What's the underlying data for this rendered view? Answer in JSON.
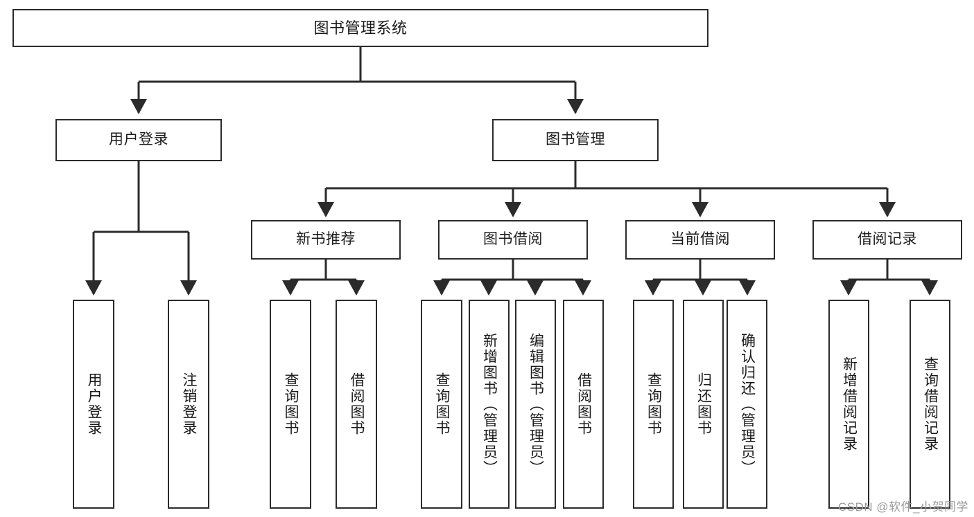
{
  "diagram": {
    "title": "图书管理系统",
    "type": "tree",
    "colors": {
      "background": "#ffffff",
      "box_border": "#2b2b2b",
      "box_fill": "#ffffff",
      "text": "#1a1a1a",
      "connector": "#2b2b2b",
      "watermark": "#9a9a9a"
    },
    "watermark": "CSDN @软件_小贺同学"
  },
  "nodes": {
    "root": {
      "label": "图书管理系统"
    },
    "level2": [
      {
        "id": "user-login",
        "label": "用户登录"
      },
      {
        "id": "book-management",
        "label": "图书管理"
      }
    ],
    "level3": [
      {
        "id": "new-book-recommend",
        "label": "新书推荐"
      },
      {
        "id": "book-borrow",
        "label": "图书借阅"
      },
      {
        "id": "current-borrow",
        "label": "当前借阅"
      },
      {
        "id": "borrow-record",
        "label": "借阅记录"
      }
    ],
    "leaves": {
      "user_login": [
        {
          "id": "leaf-user-login",
          "label": "用户登录"
        },
        {
          "id": "leaf-logout-login",
          "label": "注销登录"
        }
      ],
      "new_book_recommend": [
        {
          "id": "leaf-query-book-1",
          "label": "查询图书"
        },
        {
          "id": "leaf-borrow-book-1",
          "label": "借阅图书"
        }
      ],
      "book_borrow": [
        {
          "id": "leaf-query-book-2",
          "label": "查询图书"
        },
        {
          "id": "leaf-add-book",
          "label": "新增图书（管理员）"
        },
        {
          "id": "leaf-edit-book",
          "label": "编辑图书（管理员）"
        },
        {
          "id": "leaf-borrow-book-2",
          "label": "借阅图书"
        }
      ],
      "current_borrow": [
        {
          "id": "leaf-query-book-3",
          "label": "查询图书"
        },
        {
          "id": "leaf-return-book",
          "label": "归还图书"
        },
        {
          "id": "leaf-confirm-return",
          "label": "确认归还（管理员）"
        }
      ],
      "borrow_record": [
        {
          "id": "leaf-add-record",
          "label": "新增借阅记录"
        },
        {
          "id": "leaf-query-record",
          "label": "查询借阅记录"
        }
      ]
    }
  }
}
